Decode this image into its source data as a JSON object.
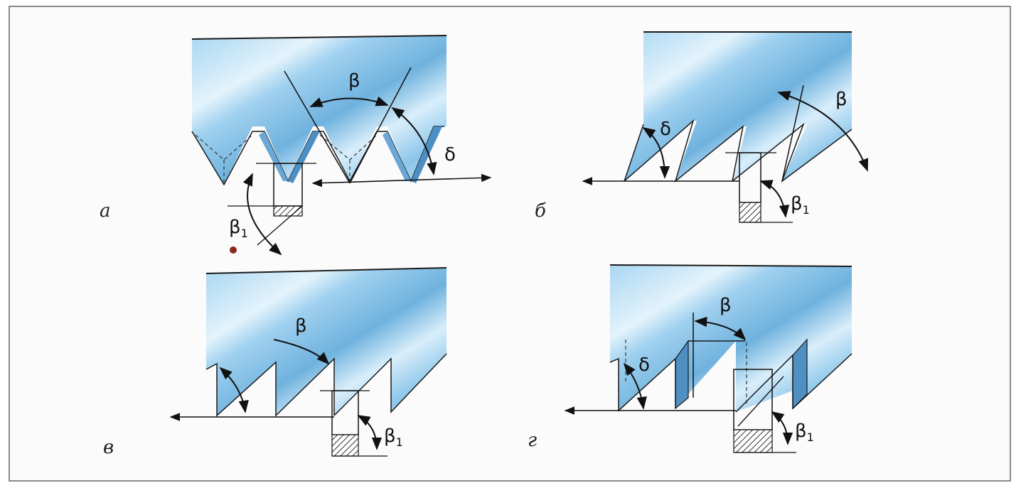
{
  "panels": [
    {
      "id": "a",
      "label": "а",
      "beta": "β",
      "delta": "δ",
      "beta1_main": "β",
      "beta1_sub": "1"
    },
    {
      "id": "b",
      "label": "б",
      "beta": "β",
      "delta": "δ",
      "beta1_main": "β",
      "beta1_sub": "1"
    },
    {
      "id": "v",
      "label": "в",
      "beta": "β",
      "beta1_main": "β",
      "beta1_sub": "1"
    },
    {
      "id": "g",
      "label": "г",
      "beta": "β",
      "delta": "δ",
      "beta1_main": "β",
      "beta1_sub": "1"
    }
  ],
  "colors": {
    "blade_light": "#cde8f7",
    "blade_mid": "#9ecfee",
    "blade_dark": "#5fa0cf",
    "outline": "#1a1a1a",
    "hatch": "#333333"
  }
}
